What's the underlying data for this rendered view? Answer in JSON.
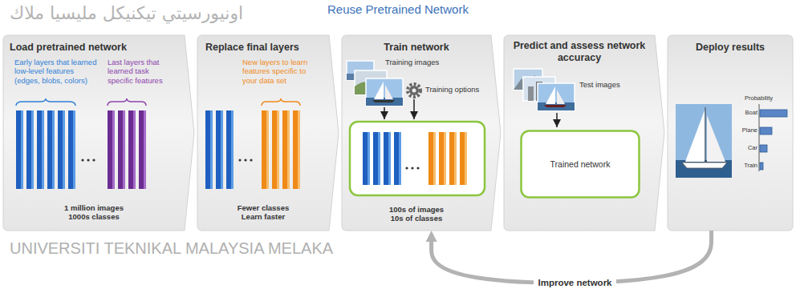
{
  "diagram": {
    "title": "Reuse Pretrained Network",
    "nodes": [
      {
        "text": [
          "Load pretrained network",
          "Early layers that learned low-level features (edges, blobs, colors)",
          "Last layers that learned task specific features",
          "1 million images 1000s classes"
        ]
      },
      {
        "text": [
          "Replace final layers",
          "New layers to learn features specific to your data set",
          "Fewer classes Learn faster"
        ]
      },
      {
        "text": [
          "Train network",
          "Training images",
          "Training options",
          "100s of images 10s of classes"
        ]
      },
      {
        "text": [
          "Predict and assess network accuracy",
          "Test images"
        ]
      },
      {
        "text": [
          "Trained network"
        ],
        "in": 3
      },
      {
        "text": [
          "Deploy results",
          "Probability",
          "Boat",
          "Plane",
          "Car",
          "Train"
        ]
      }
    ],
    "edges": [
      {
        "from": 5,
        "to": 2,
        "arrow": "to",
        "label": "Improve network"
      }
    ],
    "labels": [
      "اونيورسيتي تيكنيكل مليسيا ملاك",
      "UNIVERSITI TEKNIKAL MALAYSIA MELAKA"
    ]
  }
}
